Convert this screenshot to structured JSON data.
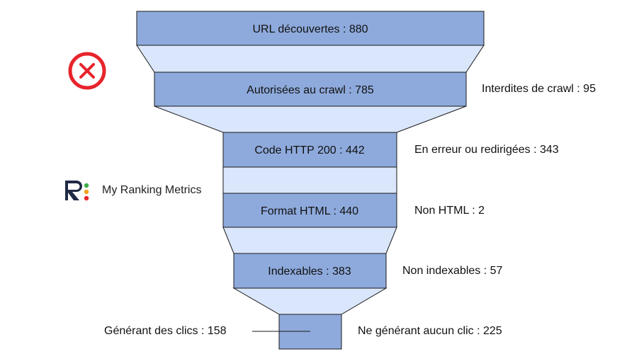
{
  "funnel": {
    "stages": [
      {
        "label": "URL découvertes",
        "value": 880
      },
      {
        "label": "Autorisées au crawl",
        "value": 785
      },
      {
        "label": "Code HTTP 200",
        "value": 442
      },
      {
        "label": "Format HTML",
        "value": 440
      },
      {
        "label": "Indexables",
        "value": 383
      },
      {
        "label": "Générant des clics",
        "value": 158
      }
    ],
    "dropoffs": [
      {
        "label": "Interdites de crawl",
        "value": 95
      },
      {
        "label": "En erreur ou redirigées",
        "value": 343
      },
      {
        "label": "Non HTML",
        "value": 2
      },
      {
        "label": "Non indexables",
        "value": 57
      },
      {
        "label": "Ne générant aucun clic",
        "value": 225
      }
    ]
  },
  "brand": {
    "name": "My Ranking Metrics"
  },
  "colors": {
    "stage_fill": "#8eaadc",
    "connector_fill": "#dae6fb",
    "stroke": "#1a1a1a",
    "error_red": "#e8242c",
    "brand_navy": "#1f2a44"
  },
  "icons": {
    "status": "close-icon"
  }
}
